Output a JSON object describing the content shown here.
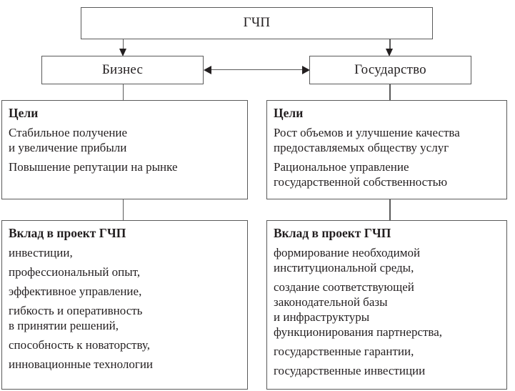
{
  "diagram": {
    "type": "org-flow",
    "title_node": {
      "id": "ppp-root",
      "label": "ГЧП"
    },
    "actors": [
      {
        "id": "business",
        "label": "Бизнес"
      },
      {
        "id": "state",
        "label": "Государство"
      }
    ],
    "goals": [
      {
        "id": "business-goals",
        "heading": "Цели",
        "items": [
          "Стабильное получение\nи увеличение прибыли",
          "Повышение репутации на рынке"
        ]
      },
      {
        "id": "state-goals",
        "heading": "Цели",
        "items": [
          "Рост объемов и улучшение качества\nпредоставляемых обществу услуг",
          "Рациональное управление\nгосударственной собственностью"
        ]
      }
    ],
    "contributions": [
      {
        "id": "business-contribution",
        "heading": "Вклад в проект ГЧП",
        "items": [
          "инвестиции,",
          "профессиональный опыт,",
          "эффективное управление,",
          "гибкость и оперативность\nв принятии решений,",
          "способность к новаторству,",
          "инновационные технологии"
        ]
      },
      {
        "id": "state-contribution",
        "heading": "Вклад в проект ГЧП",
        "items": [
          "формирование необходимой\nинституциональной среды,",
          "создание соответствующей\nзаконодательной базы\nи инфраструктуры\nфункционирования партнерства,",
          "государственные гарантии,",
          "государственные инвестиции"
        ]
      }
    ],
    "connections": [
      {
        "id": "root-to-business",
        "kind": "arrow-down"
      },
      {
        "id": "root-to-state",
        "kind": "arrow-down"
      },
      {
        "id": "business-state-link",
        "kind": "double-arrow-horizontal"
      },
      {
        "id": "business-to-goals",
        "kind": "line"
      },
      {
        "id": "state-to-goals",
        "kind": "line"
      },
      {
        "id": "business-goals-to-contribution",
        "kind": "line"
      },
      {
        "id": "state-goals-to-contribution",
        "kind": "line"
      }
    ],
    "colors": {
      "border": "#5a5a5a",
      "text": "#231f20",
      "arrow": "#231f20",
      "background": "#ffffff"
    }
  }
}
